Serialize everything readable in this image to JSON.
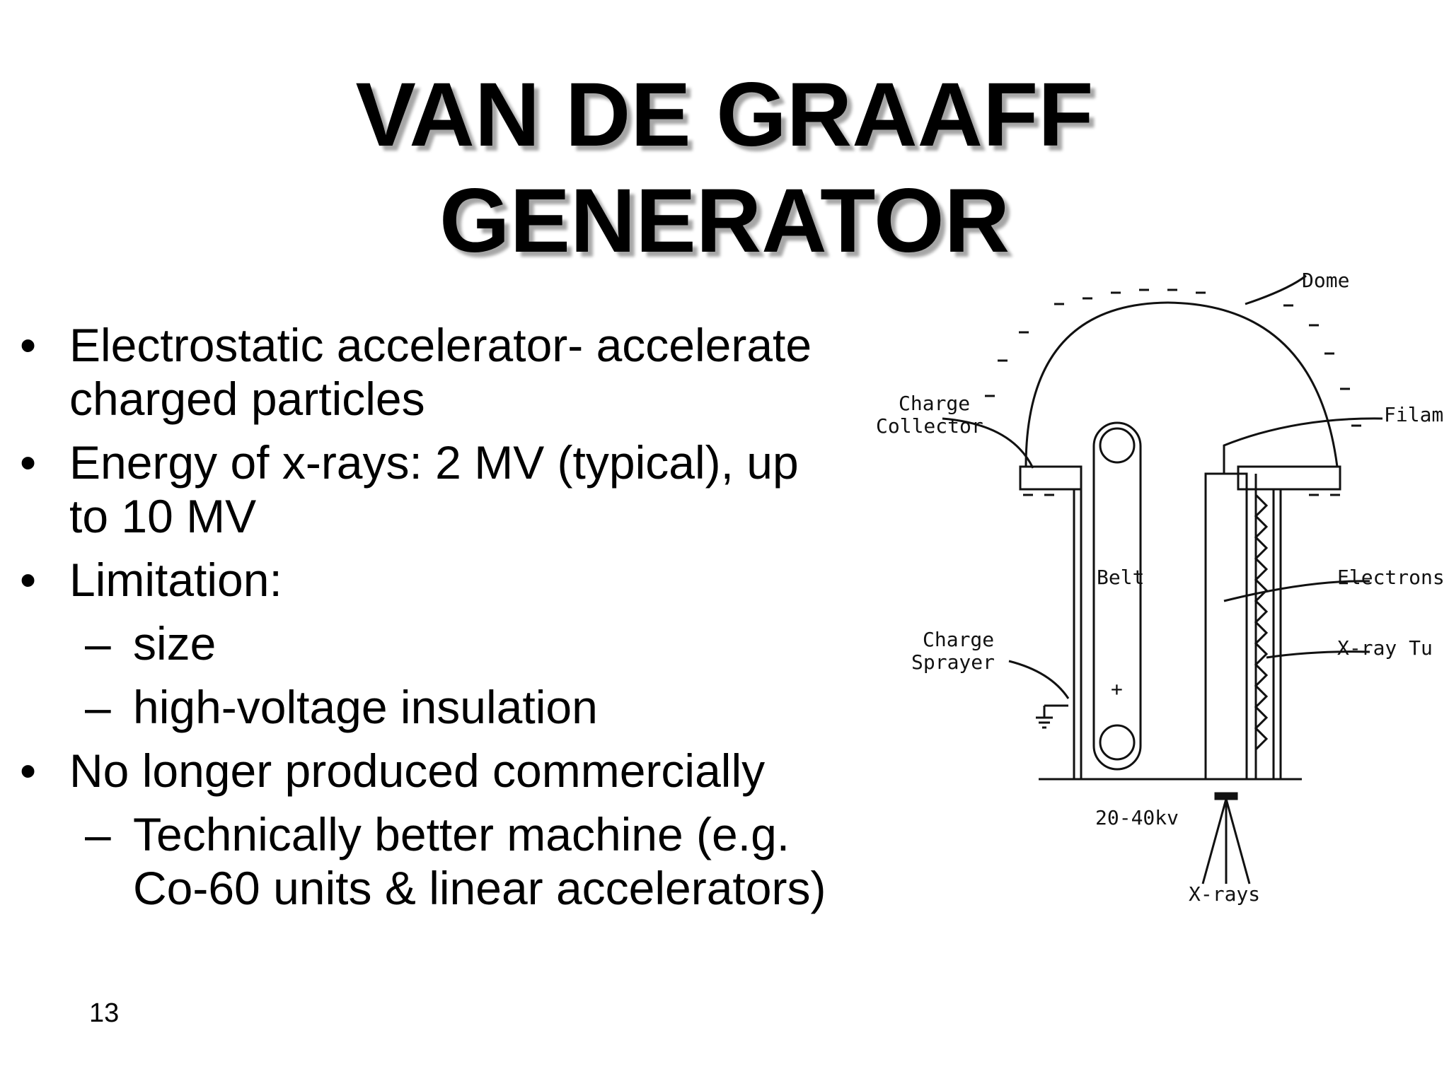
{
  "title": {
    "line1": "VAN DE GRAAFF",
    "line2": "GENERATOR"
  },
  "bullets": [
    {
      "text": "Electrostatic accelerator- accelerate charged particles",
      "level": 1
    },
    {
      "text": "Energy of x-rays: 2 MV (typical), up to 10 MV",
      "level": 1
    },
    {
      "text": "Limitation:",
      "level": 1
    },
    {
      "text": "size",
      "level": 2
    },
    {
      "text": "high-voltage insulation",
      "level": 2
    },
    {
      "text": "No longer produced commercially",
      "level": 1
    },
    {
      "text": "Technically better machine (e.g. Co-60 units & linear accelerators)",
      "level": 2
    }
  ],
  "bullet_symbols": {
    "level1": "•",
    "level2": "–"
  },
  "slide_number": "13",
  "diagram": {
    "labels": {
      "dome": "Dome",
      "charge_collector_1": "Charge",
      "charge_collector_2": "Collector",
      "filament": "Filam",
      "belt": "Belt",
      "electrons": "Electrons",
      "charge_sprayer_1": "Charge",
      "charge_sprayer_2": "Sprayer",
      "xray_tube": "X-ray Tu",
      "voltage": "20-40kv",
      "xrays": "X-rays",
      "plus": "+"
    }
  }
}
